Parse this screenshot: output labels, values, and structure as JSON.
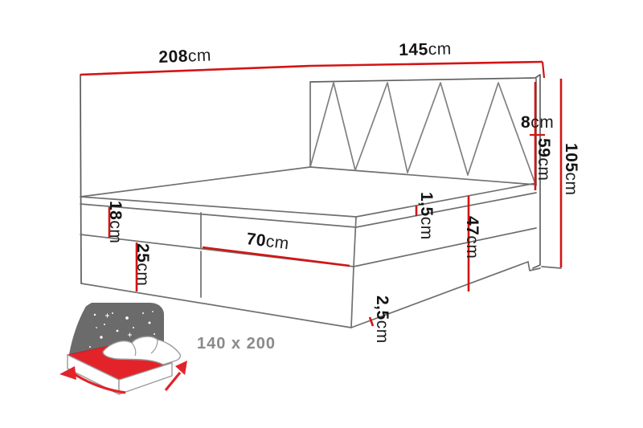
{
  "title": "Bed dimension diagram",
  "dims": {
    "d208": {
      "value": "208",
      "unit": "cm"
    },
    "d145": {
      "value": "145",
      "unit": "cm"
    },
    "d8": {
      "value": "8",
      "unit": "cm"
    },
    "d59": {
      "value": "59",
      "unit": "cm"
    },
    "d105": {
      "value": "105",
      "unit": "cm"
    },
    "d18": {
      "value": "18",
      "unit": "cm"
    },
    "d25": {
      "value": "25",
      "unit": "cm"
    },
    "d70": {
      "value": "70",
      "unit": "cm"
    },
    "d1_5": {
      "value": "1,5",
      "unit": "cm"
    },
    "d47": {
      "value": "47",
      "unit": "cm"
    },
    "d2_5": {
      "value": "2,5",
      "unit": "cm"
    }
  },
  "icon": {
    "name": "bed-size-icon",
    "size_label": "140 x 200"
  },
  "colors": {
    "dimension_red": "#d41414",
    "outline_gray": "#6f6f6f",
    "icon_gray": "#6b6b6b",
    "icon_red": "#e2232a",
    "size_label_gray": "#8a8a8a",
    "background": "#ffffff"
  }
}
